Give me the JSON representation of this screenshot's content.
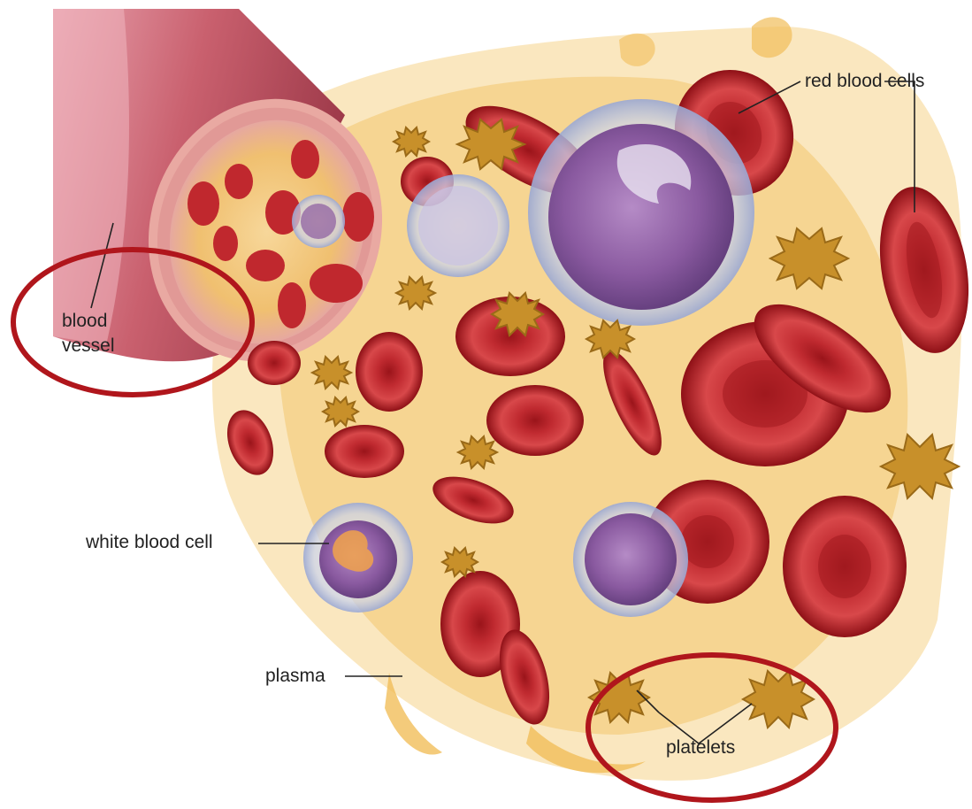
{
  "labels": {
    "red_blood_cells": "red blood cells",
    "blood_vessel_line1": "blood",
    "blood_vessel_line2": "vessel",
    "white_blood_cell": "white blood cell",
    "plasma": "plasma",
    "platelets": "platelets"
  },
  "colors": {
    "rbc_light": "#c93a3e",
    "rbc_dark": "#8e1016",
    "plasma": "#f3c76a",
    "vessel": "#c9606e",
    "wbc": "#8a5aa0",
    "platelet": "#c8902a",
    "highlight_circle": "#b0161c"
  }
}
